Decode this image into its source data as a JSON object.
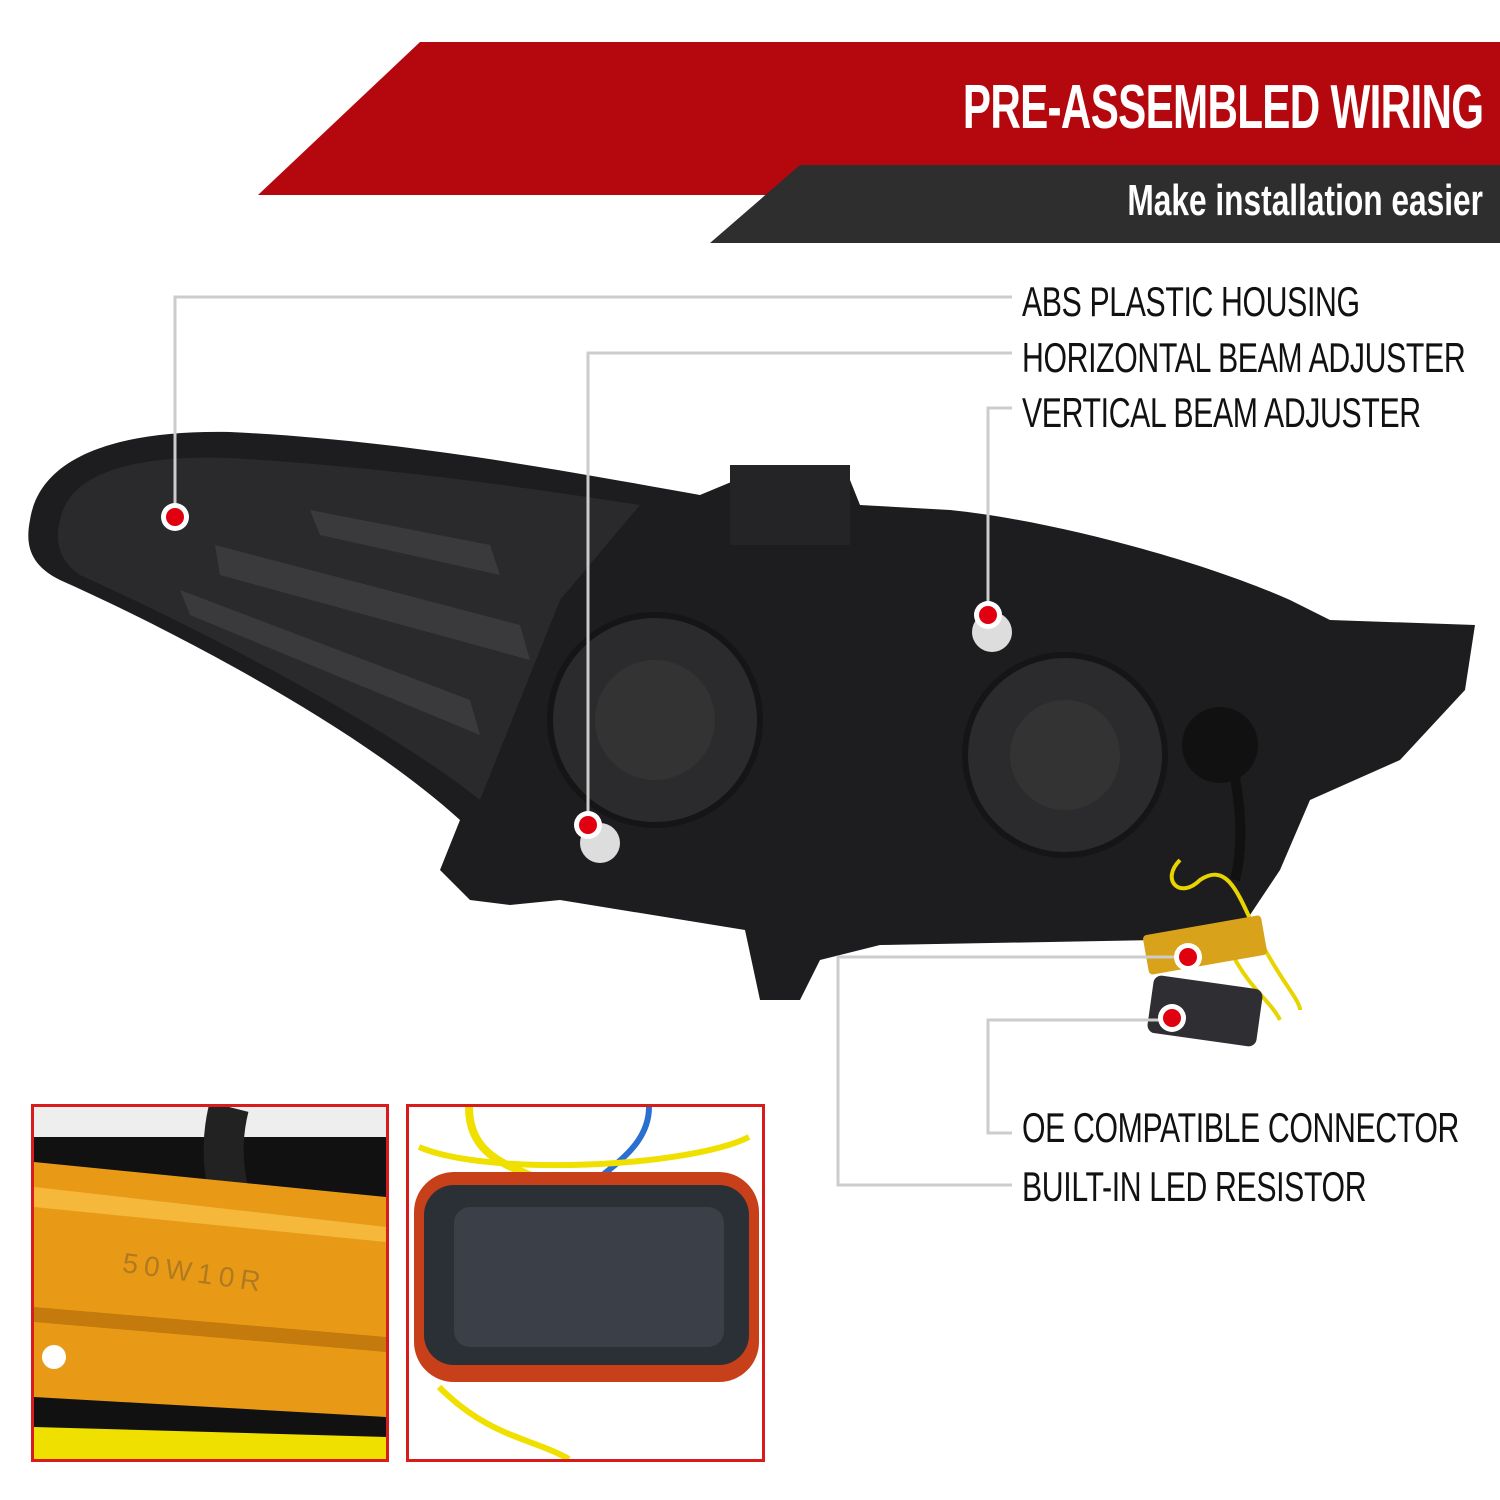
{
  "banner": {
    "title": "PRE-ASSEMBLED WIRING",
    "subtitle": "Make installation easier",
    "red": "#b5080e",
    "dark": "#2e2e2e"
  },
  "features": [
    {
      "label": "ABS PLASTIC HOUSING"
    },
    {
      "label": "HORIZONTAL BEAM ADJUSTER"
    },
    {
      "label": "VERTICAL BEAM ADJUSTER"
    },
    {
      "label": "OE COMPATIBLE CONNECTOR"
    },
    {
      "label": "BUILT-IN LED RESISTOR"
    }
  ],
  "insets": {
    "resistor_marking": "50W10R"
  },
  "colors": {
    "marker": "#e00010",
    "leader": "#cccccc",
    "inset_border": "#d81c1c"
  }
}
